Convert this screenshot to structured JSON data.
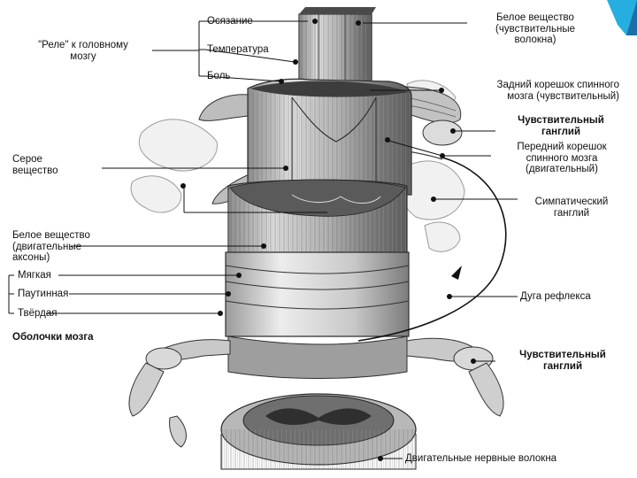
{
  "labels": {
    "osyazanie": "Осязание",
    "temperatura": "Температура",
    "bol": "Боль",
    "rele": "\"Реле\" к головному\nмозгу",
    "beloe_chuvstv": "Белое вещество\n(чувствительные\nволокна)",
    "zadniy_koreshok": "Задний корешок спинного\nмозга (чувствительный)",
    "chuvstv_ganglii_1": "Чувствительный\nганглий",
    "peredniy_koreshok": "Передний корешок\nспинного мозга\n(двигательный)",
    "seroe": "Серое\nвещество",
    "simpat_ganglii": "Симпатический\nганглий",
    "beloe_dvig": "Белое вещество\n(двигательные\nаксоны)",
    "myagkaya": "Мягкая",
    "pautinnaya": "Паутинная",
    "tverdaya": "Твёрдая",
    "obolochki": "Оболочки мозга",
    "duga": "Дуга рефлекса",
    "chuvstv_ganglii_2": "Чувствительный\nганглий",
    "dvig_volokna": "Двигательные нервные волокна"
  },
  "colors": {
    "accent_top": "#27aee0",
    "accent_bottom": "#1a6fa8",
    "ink": "#111111",
    "tissue_light": "#d6d6d6",
    "tissue_mid": "#a5a5a5",
    "tissue_dark": "#4a4a4a"
  }
}
